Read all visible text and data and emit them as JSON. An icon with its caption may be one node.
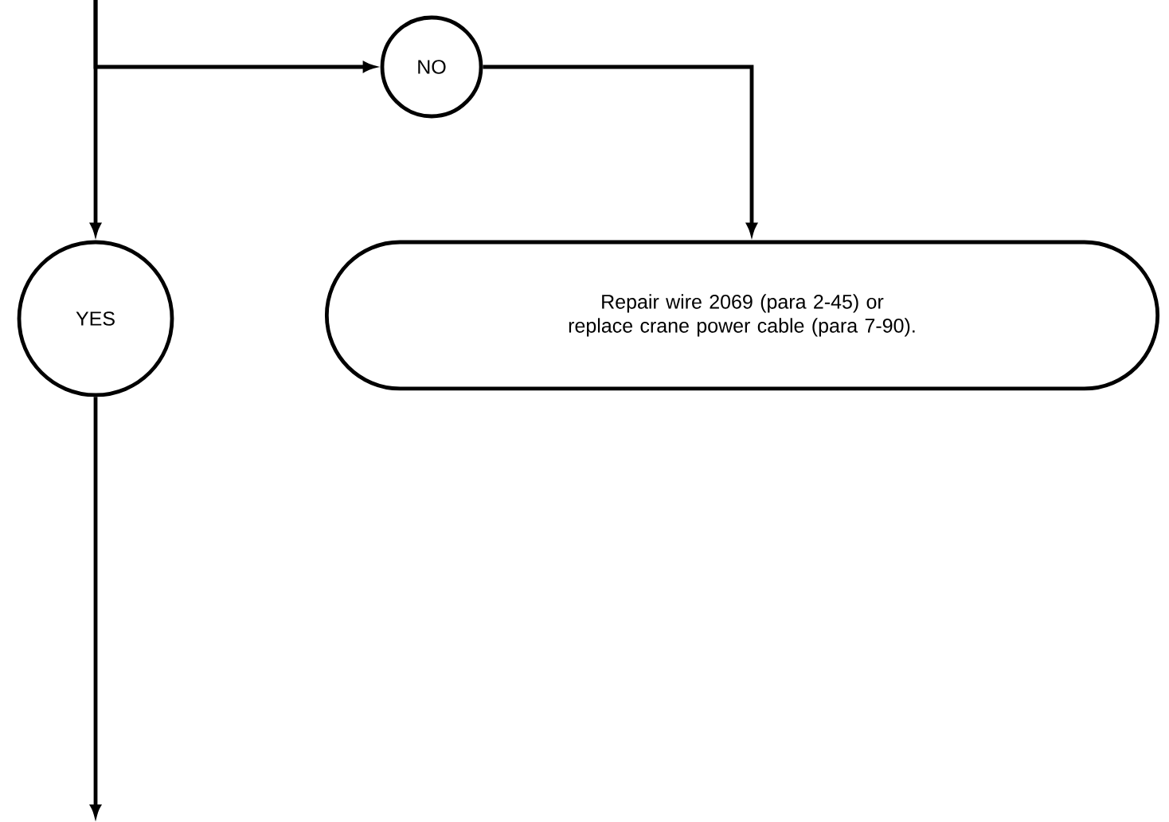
{
  "diagram": {
    "nodes": [
      {
        "text": [
          "NO"
        ]
      },
      {
        "text": [
          "YES"
        ]
      },
      {
        "text": [
          "Repair wire 2069 (para 2-45) or replace crane power cable (para 7-90)."
        ]
      }
    ],
    "edges": [
      {
        "from": null,
        "to": 0,
        "arrow": "to"
      },
      {
        "from": null,
        "to": 1,
        "arrow": "to"
      },
      {
        "from": 0,
        "to": 2,
        "arrow": "to"
      },
      {
        "from": 1,
        "to": null,
        "arrow": "to"
      }
    ]
  }
}
